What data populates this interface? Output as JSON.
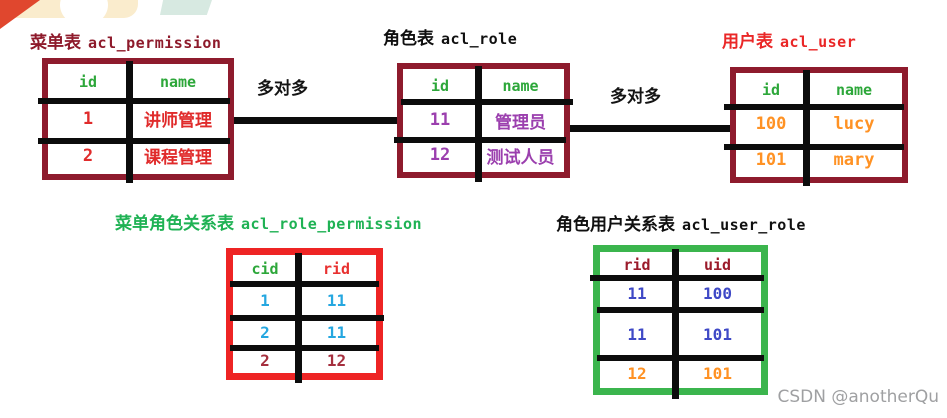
{
  "decorations": {
    "corner_triangle_color": "#e0472e",
    "cream_shape_color": "#faeccd",
    "teal_shape_color": "#d7e9e1"
  },
  "relations": [
    {
      "label": "多对多"
    },
    {
      "label": "多对多"
    }
  ],
  "watermark": "CSDN @anotherQu",
  "colors": {
    "maroon_border": "#8e1b2d",
    "red_border": "#ee2424",
    "green_border": "#3bb54d",
    "header_green": "#2da73a",
    "value_red": "#e02b2b",
    "value_purple": "#9b3fae",
    "value_orange": "#ff9224",
    "value_cyan_blue": "#25a7e0",
    "value_indigo": "#3f49c6",
    "value_dark_red": "#a52f3e",
    "grid_line_black": "#0c0c0c"
  },
  "tables": [
    {
      "name": "acl_permission",
      "title_cn": "菜单表",
      "title_en": "acl_permission",
      "headers": [
        "id",
        "name"
      ],
      "rows": [
        [
          "1",
          "讲师管理"
        ],
        [
          "2",
          "课程管理"
        ]
      ]
    },
    {
      "name": "acl_role",
      "title_cn": "角色表",
      "title_en": "acl_role",
      "headers": [
        "id",
        "name"
      ],
      "rows": [
        [
          "11",
          "管理员"
        ],
        [
          "12",
          "测试人员"
        ]
      ]
    },
    {
      "name": "acl_user",
      "title_cn": "用户表",
      "title_en": "acl_user",
      "headers": [
        "id",
        "name"
      ],
      "rows": [
        [
          "100",
          "lucy"
        ],
        [
          "101",
          "mary"
        ]
      ]
    },
    {
      "name": "acl_role_permission",
      "title_cn": "菜单角色关系表",
      "title_en": "acl_role_permission",
      "headers": [
        "cid",
        "rid"
      ],
      "rows": [
        [
          "1",
          "11"
        ],
        [
          "2",
          "11"
        ],
        [
          "2",
          "12"
        ]
      ]
    },
    {
      "name": "acl_user_role",
      "title_cn": "角色用户关系表",
      "title_en": "acl_user_role",
      "headers": [
        "rid",
        "uid"
      ],
      "rows": [
        [
          "11",
          "100"
        ],
        [
          "11",
          "101"
        ],
        [
          "12",
          "101"
        ]
      ]
    }
  ]
}
